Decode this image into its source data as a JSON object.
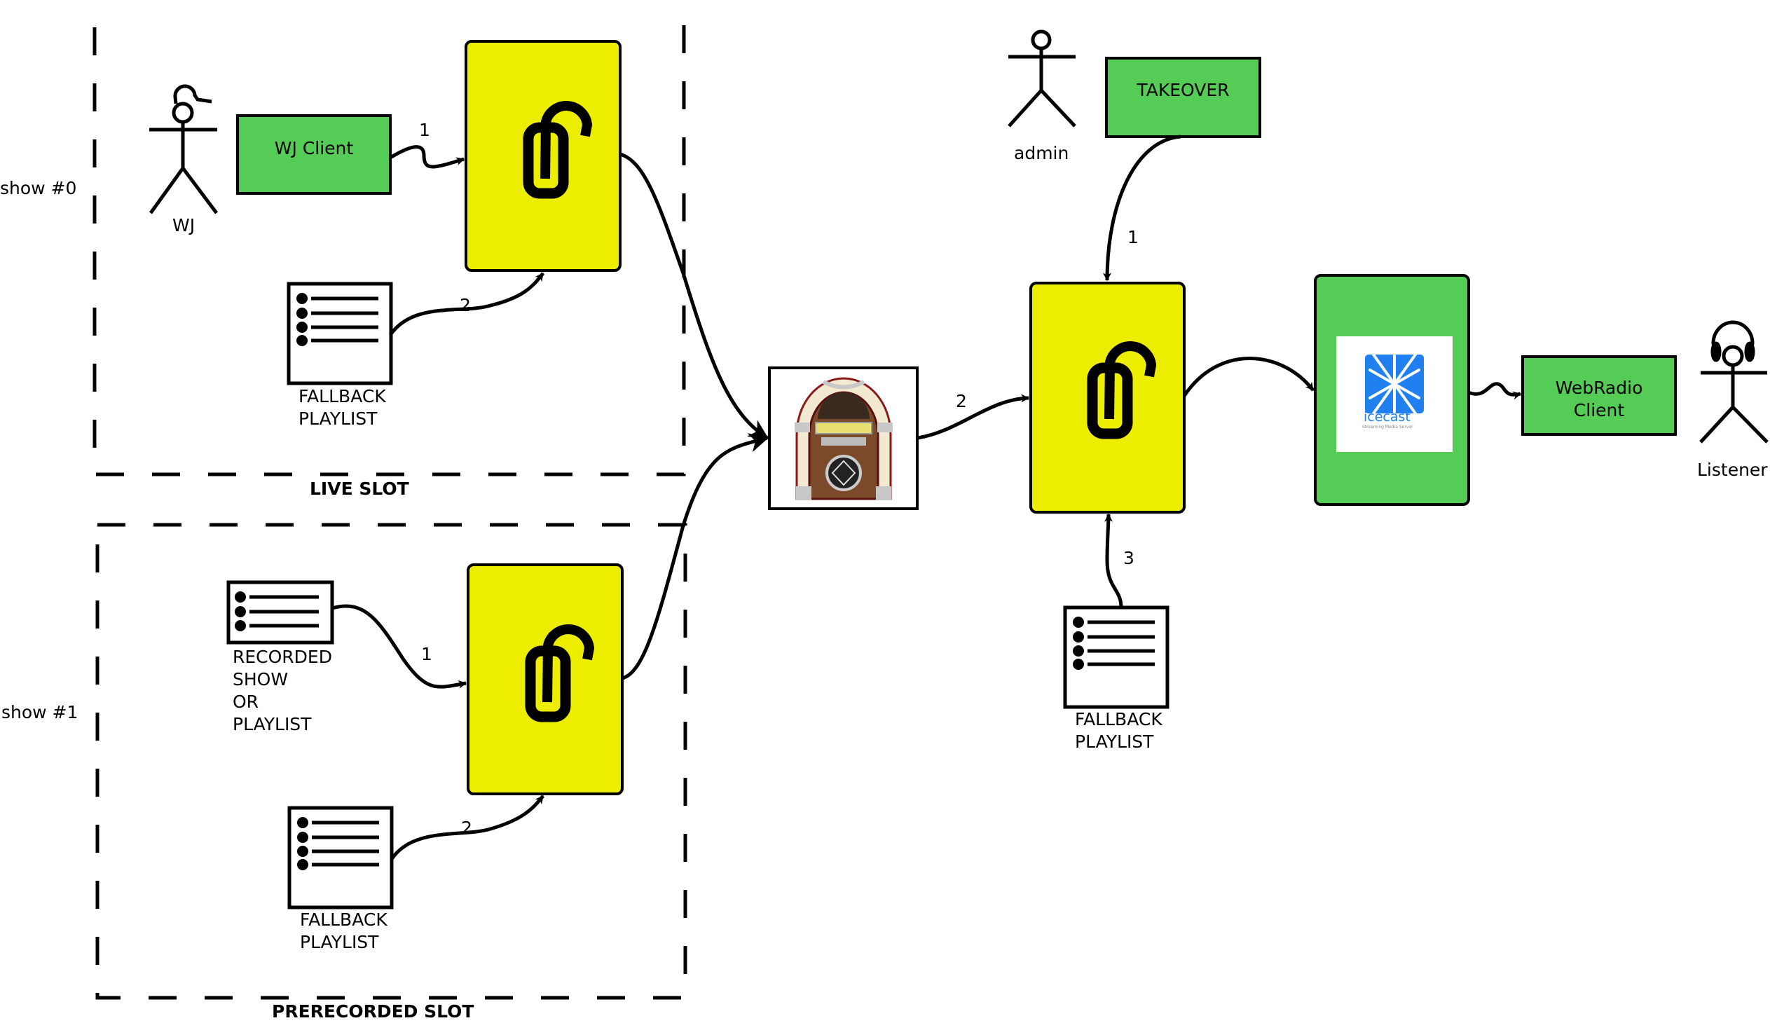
{
  "title": "WebRadio broadcast flow diagram",
  "colors": {
    "switch_fill": "#EDED00",
    "client_fill": "#55CC55",
    "icecast_blue": "#2080F0",
    "stroke": "#000000"
  },
  "slots": {
    "live": {
      "label": "LIVE SLOT",
      "show_label": "show #0"
    },
    "prerecorded": {
      "label": "PRERECORDED SLOT",
      "show_label": "show #1"
    }
  },
  "actors": {
    "wj": {
      "label": "WJ",
      "icon": "stick-figure-cap-icon"
    },
    "admin": {
      "label": "admin",
      "icon": "stick-figure-icon"
    },
    "listener": {
      "label": "Listener",
      "icon": "stick-figure-headphones-icon"
    }
  },
  "boxes": {
    "wj_client": "WJ Client",
    "takeover": "TAKEOVER",
    "webradio_client": "WebRadio\nClient",
    "icecast_logo_text": "icecast",
    "icecast_logo_sub": "Streaming Media Server"
  },
  "playlists": {
    "live_fallback": "FALLBACK\nPLAYLIST",
    "recorded": "RECORDED\nSHOW\nOR\nPLAYLIST",
    "pre_fallback": "FALLBACK\nPLAYLIST",
    "main_fallback": "FALLBACK\nPLAYLIST"
  },
  "edges": {
    "wj_client_to_switch": "1",
    "live_fallback_to_switch": "2",
    "recorded_to_switch": "1",
    "pre_fallback_to_switch": "2",
    "takeover_to_main": "1",
    "jukebox_to_main": "2",
    "main_fallback_to_main": "3"
  },
  "nodes": {
    "switch_icon": "unlocked-padlock-icon",
    "jukebox_icon": "jukebox-icon"
  }
}
